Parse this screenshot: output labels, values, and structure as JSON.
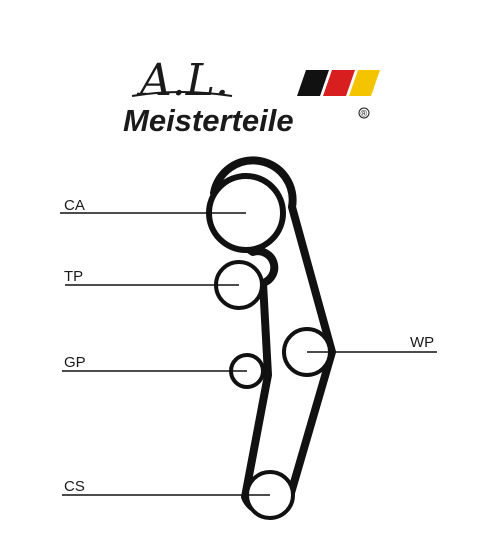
{
  "logo": {
    "script_text": "A.L.",
    "word": "Meisterteile",
    "registered_mark": "®",
    "flag_colors": [
      "#111111",
      "#d81e1e",
      "#f5c400"
    ]
  },
  "diagram": {
    "components": [
      {
        "id": "ca",
        "label": "CA"
      },
      {
        "id": "tp",
        "label": "TP"
      },
      {
        "id": "gp",
        "label": "GP"
      },
      {
        "id": "wp",
        "label": "WP"
      },
      {
        "id": "cs",
        "label": "CS"
      }
    ],
    "belt_color": "#111111"
  }
}
